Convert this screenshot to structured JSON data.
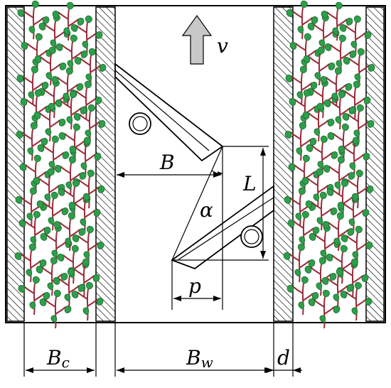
{
  "labels": {
    "v": "v",
    "B": "B",
    "L": "L",
    "alpha": "α",
    "p": "p",
    "Bc": {
      "main": "B",
      "sub": "c"
    },
    "Bw": {
      "main": "B",
      "sub": "w"
    },
    "d": "d"
  },
  "colors": {
    "line": "#000000",
    "arrow": "#c8c8c8",
    "leaf": "#2e9e4a",
    "stem": "#9a2b3a",
    "background": "#ffffff"
  },
  "icons": [
    "arrow-up-icon",
    "pipe-icon",
    "plant-icon"
  ]
}
